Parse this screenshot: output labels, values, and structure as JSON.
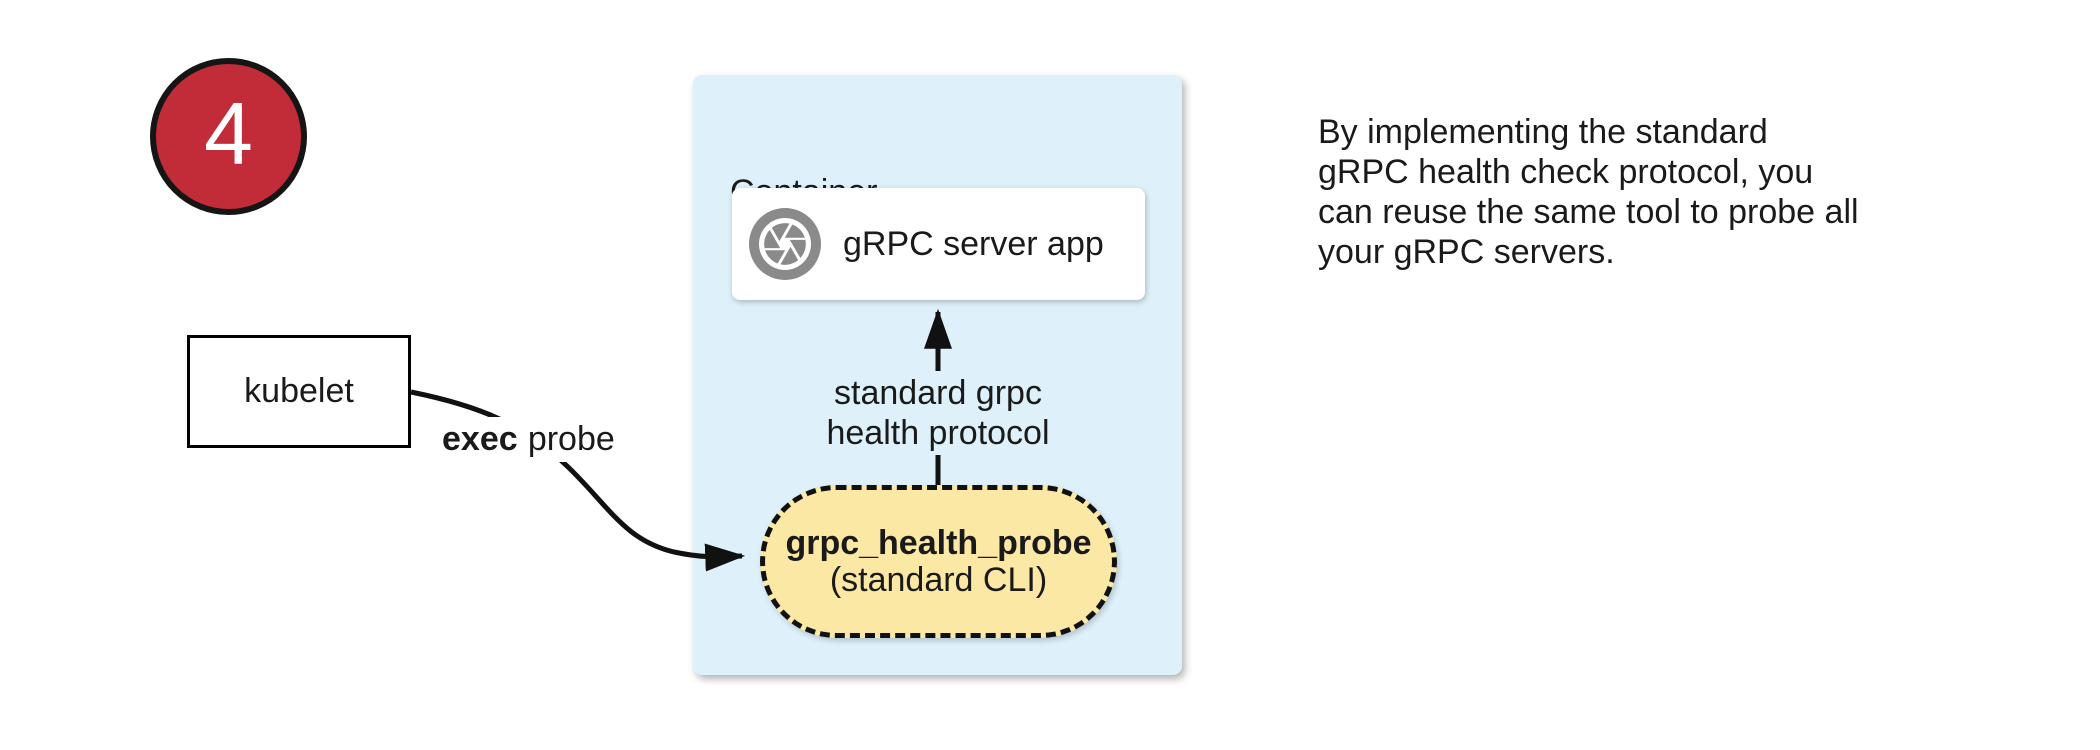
{
  "badge": {
    "number": "4"
  },
  "kubelet": {
    "label": "kubelet"
  },
  "exec_probe": {
    "bold": "exec",
    "rest": "probe"
  },
  "container": {
    "title": "Container",
    "server_box": {
      "icon": "grpc-aperture-icon",
      "label": "gRPC server app"
    },
    "arrow_label": {
      "line1": "standard grpc",
      "line2": "health protocol"
    },
    "probe_pill": {
      "line1": "grpc_health_probe",
      "line2": "(standard CLI)"
    }
  },
  "note": {
    "lines": [
      "By implementing the standard",
      "gRPC health check protocol, you",
      "can reuse the same tool to probe all",
      "your gRPC servers."
    ]
  },
  "colors": {
    "badge_red": "#C22B38",
    "container_bg": "#DEF1FB",
    "pill_yellow": "#FBE8A5",
    "icon_gray": "#8A8A8A",
    "ink": "#111111"
  }
}
